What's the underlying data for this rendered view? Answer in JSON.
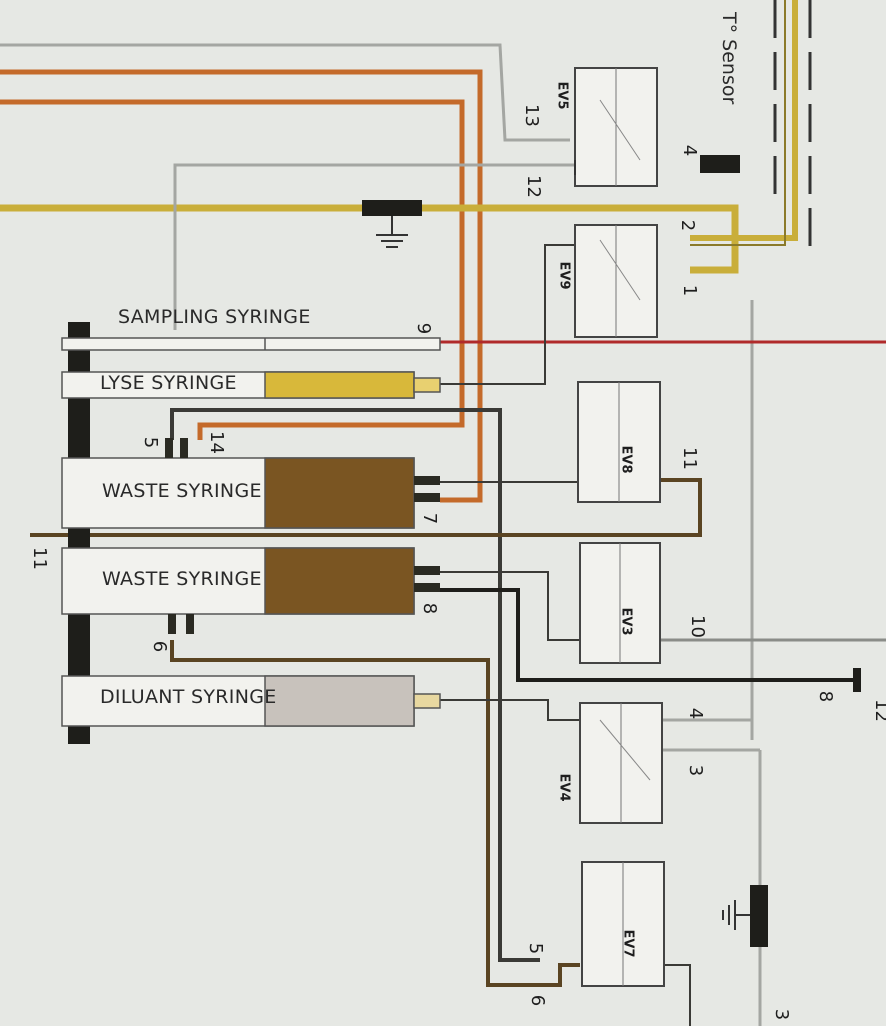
{
  "syringes": {
    "sampling": "SAMPLING SYRINGE",
    "lyse": "LYSE SYRINGE",
    "waste_top": "WASTE SYRINGE",
    "waste_bottom": "WASTE SYRINGE",
    "diluant": "DILUANT SYRINGE"
  },
  "sensor": {
    "label": "T° Sensor"
  },
  "valves": {
    "ev5": "EV5",
    "ev9": "EV9",
    "ev8": "EV8",
    "ev3": "EV3",
    "ev4": "EV4",
    "ev7": "EV7"
  },
  "ports": {
    "p13": "13",
    "p12": "12",
    "p4_sensor": "4",
    "p2": "2",
    "p1": "1",
    "p9": "9",
    "p5_top": "5",
    "p14": "14",
    "p11_right": "11",
    "p7": "7",
    "p11_left": "11",
    "p8_syringe": "8",
    "p6_top": "6",
    "p10": "10",
    "p8_right": "8",
    "p12_right": "12",
    "p4": "4",
    "p3": "3",
    "p5_bottom": "5",
    "p6_bottom": "6",
    "p3_bottom": "3"
  },
  "colors": {
    "background": "#e6e8e4",
    "yellow_tube": "#c9ae3a",
    "orange_tube": "#c46a2a",
    "brown_tube": "#5a4422",
    "dark_tube": "#2a2a22",
    "gray_tube": "#9a9c98",
    "red_tube": "#b02a2a",
    "waste_fill": "#7a5522",
    "lyse_fill": "#d8b83a",
    "diluant_fill": "#c8c2bc"
  }
}
